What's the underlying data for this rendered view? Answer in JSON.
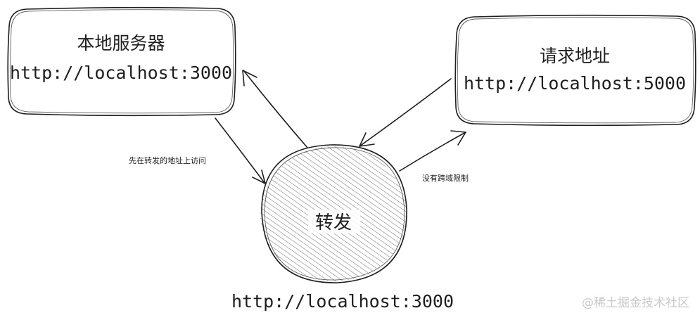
{
  "nodes": {
    "local_server": {
      "title": "本地服务器",
      "url": "http://localhost:3000"
    },
    "request_address": {
      "title": "请求地址",
      "url": "http://localhost:5000"
    },
    "forward": {
      "label": "转发",
      "url": "http://localhost:3000"
    }
  },
  "edges": {
    "visit_forward_label": "先在转发的地址上访问",
    "no_cors_label": "没有跨域限制"
  },
  "watermark": "@稀土掘金技术社区",
  "colors": {
    "stroke": "#1e1e1e",
    "hatch": "#888888",
    "watermark": "#c9c9c9"
  }
}
